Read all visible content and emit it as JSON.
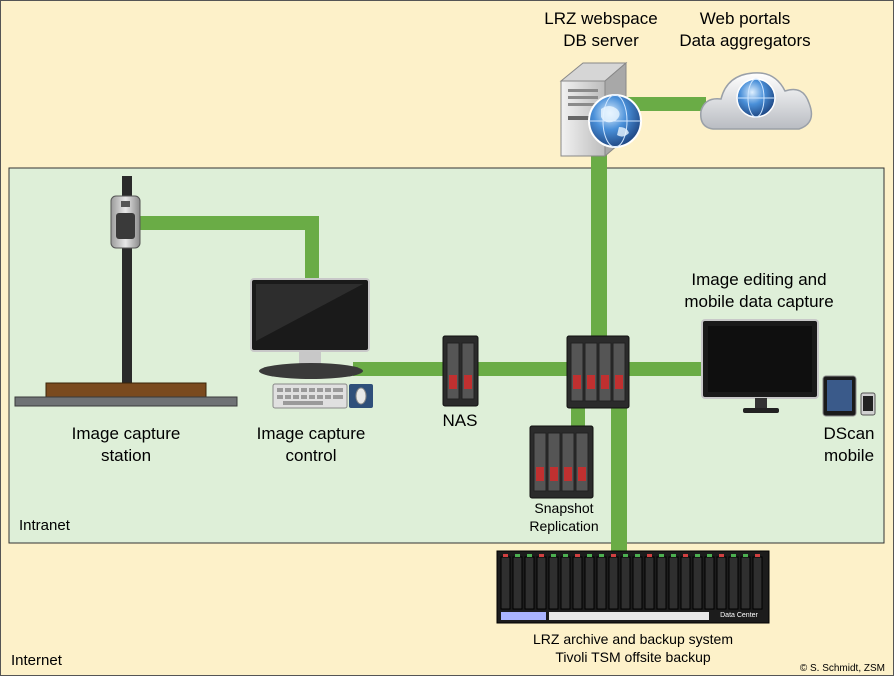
{
  "zones": {
    "internet": "Internet",
    "intranet": "Intranet"
  },
  "labels": {
    "server_line1": "LRZ webspace",
    "server_line2": "DB server",
    "portals_line1": "Web portals",
    "portals_line2": "Data aggregators",
    "editing_line1": "Image editing and",
    "editing_line2": "mobile data capture",
    "capture_station_line1": "Image capture",
    "capture_station_line2": "station",
    "capture_control_line1": "Image capture",
    "capture_control_line2": "control",
    "nas": "NAS",
    "dscan_line1": "DScan",
    "dscan_line2": "mobile",
    "snapshot_line1": "Snapshot",
    "snapshot_line2": "Replication",
    "archive_line1": "LRZ archive and backup system",
    "archive_line2": "Tivoli TSM offsite backup",
    "datacenter": "Data Center",
    "credit": "© S. Schmidt, ZSM"
  },
  "colors": {
    "internet_bg": "#fdf1c9",
    "intranet_bg": "#deefd8",
    "link": "#6aac46",
    "server_dark": "#2b2b2b",
    "drive_red": "#c03030"
  },
  "icons": [
    "server-tower-icon",
    "globe-icon",
    "cloud-icon",
    "camera-icon",
    "monitor-icon",
    "keyboard-icon",
    "mouse-icon",
    "nas-icon",
    "tablet-icon",
    "phone-icon",
    "storage-rack-icon"
  ]
}
